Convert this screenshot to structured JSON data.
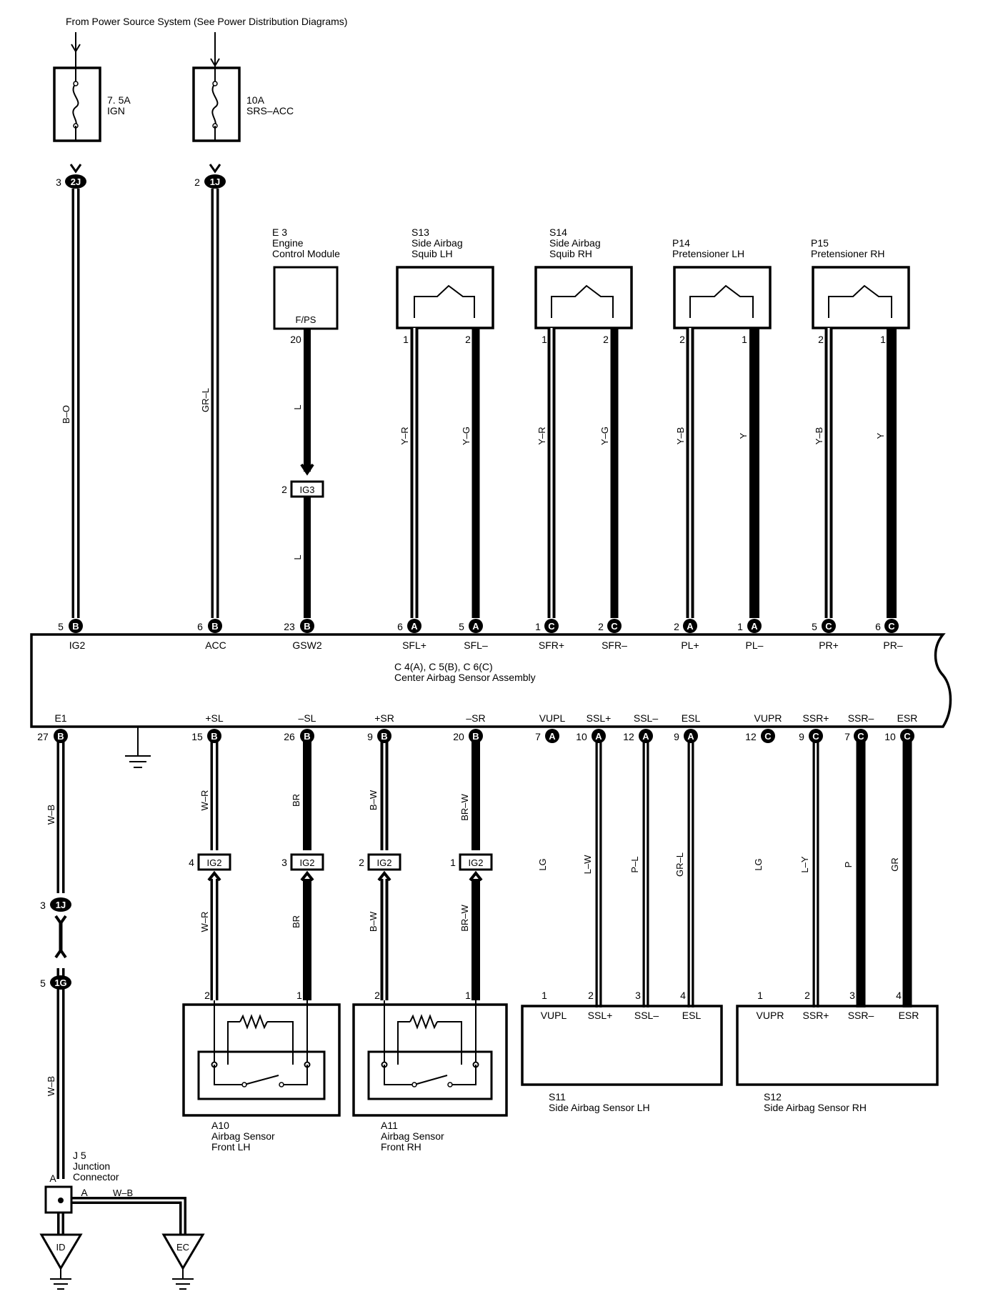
{
  "source_note": "From Power Source System (See Power Distribution Diagrams)",
  "fuses": {
    "ign": {
      "rating": "7. 5A",
      "name": "IGN"
    },
    "acc": {
      "rating": "10A",
      "name": "SRS–ACC"
    }
  },
  "power_connectors": {
    "ign": {
      "pin": "3",
      "code": "2J"
    },
    "acc": {
      "pin": "2",
      "code": "1J"
    }
  },
  "power_wires": {
    "ign": "B–O",
    "acc": "GR–L"
  },
  "ecm": {
    "id": "E 3",
    "name1": "Engine",
    "name2": "Control Module",
    "terminal": "F/PS",
    "pin": "20",
    "wire_top": "L",
    "wire_bottom": "L",
    "splice_pin": "2",
    "splice": "IG3"
  },
  "squibs": [
    {
      "id": "S13",
      "name1": "Side Airbag",
      "name2": "Squib LH",
      "pin_l": "1",
      "pin_r": "2",
      "wire_l": "Y–R",
      "wire_r": "Y–G"
    },
    {
      "id": "S14",
      "name1": "Side Airbag",
      "name2": "Squib RH",
      "pin_l": "1",
      "pin_r": "2",
      "wire_l": "Y–R",
      "wire_r": "Y–G"
    },
    {
      "id": "P14",
      "name1": "Pretensioner LH",
      "name2": "",
      "pin_l": "2",
      "pin_r": "1",
      "wire_l": "Y–B",
      "wire_r": "Y"
    },
    {
      "id": "P15",
      "name1": "Pretensioner RH",
      "name2": "",
      "pin_l": "2",
      "pin_r": "1",
      "wire_l": "Y–B",
      "wire_r": "Y"
    }
  ],
  "assembly": {
    "connectors": "C 4(A), C 5(B), C 6(C)",
    "name": "Center Airbag Sensor Assembly",
    "top_terminals": [
      {
        "pin": "5",
        "conn": "B",
        "label": "IG2"
      },
      {
        "pin": "6",
        "conn": "B",
        "label": "ACC"
      },
      {
        "pin": "23",
        "conn": "B",
        "label": "GSW2"
      },
      {
        "pin": "6",
        "conn": "A",
        "label": "SFL+"
      },
      {
        "pin": "5",
        "conn": "A",
        "label": "SFL–"
      },
      {
        "pin": "1",
        "conn": "C",
        "label": "SFR+"
      },
      {
        "pin": "2",
        "conn": "C",
        "label": "SFR–"
      },
      {
        "pin": "2",
        "conn": "A",
        "label": "PL+"
      },
      {
        "pin": "1",
        "conn": "A",
        "label": "PL–"
      },
      {
        "pin": "5",
        "conn": "C",
        "label": "PR+"
      },
      {
        "pin": "6",
        "conn": "C",
        "label": "PR–"
      }
    ],
    "bottom_terminals": [
      {
        "pin": "27",
        "conn": "B",
        "label": "E1"
      },
      {
        "pin": "15",
        "conn": "B",
        "label": "+SL"
      },
      {
        "pin": "26",
        "conn": "B",
        "label": "–SL"
      },
      {
        "pin": "9",
        "conn": "B",
        "label": "+SR"
      },
      {
        "pin": "20",
        "conn": "B",
        "label": "–SR"
      },
      {
        "pin": "7",
        "conn": "A",
        "label": "VUPL"
      },
      {
        "pin": "10",
        "conn": "A",
        "label": "SSL+"
      },
      {
        "pin": "12",
        "conn": "A",
        "label": "SSL–"
      },
      {
        "pin": "9",
        "conn": "A",
        "label": "ESL"
      },
      {
        "pin": "12",
        "conn": "C",
        "label": "VUPR"
      },
      {
        "pin": "9",
        "conn": "C",
        "label": "SSR+"
      },
      {
        "pin": "7",
        "conn": "C",
        "label": "SSR–"
      },
      {
        "pin": "10",
        "conn": "C",
        "label": "ESR"
      }
    ]
  },
  "front_wires": [
    {
      "upper": "W–R",
      "lower": "W–R",
      "splice_pin": "4",
      "splice": "IG2",
      "sensor_pin": "2"
    },
    {
      "upper": "BR",
      "lower": "BR",
      "splice_pin": "3",
      "splice": "IG2",
      "sensor_pin": "1"
    },
    {
      "upper": "B–W",
      "lower": "B–W",
      "splice_pin": "2",
      "splice": "IG2",
      "sensor_pin": "2"
    },
    {
      "upper": "BR–W",
      "lower": "BR–W",
      "splice_pin": "1",
      "splice": "IG2",
      "sensor_pin": "1"
    }
  ],
  "front_sensors": [
    {
      "id": "A10",
      "name1": "Airbag Sensor",
      "name2": "Front LH"
    },
    {
      "id": "A11",
      "name1": "Airbag Sensor",
      "name2": "Front RH"
    }
  ],
  "side_sensors": [
    {
      "id": "S11",
      "name": "Side Airbag Sensor LH",
      "pins": [
        "1",
        "2",
        "3",
        "4"
      ],
      "terminals": [
        "VUPL",
        "SSL+",
        "SSL–",
        "ESL"
      ],
      "wires": [
        "LG",
        "L–W",
        "P–L",
        "GR–L"
      ]
    },
    {
      "id": "S12",
      "name": "Side Airbag Sensor RH",
      "pins": [
        "1",
        "2",
        "3",
        "4"
      ],
      "terminals": [
        "VUPR",
        "SSR+",
        "SSR–",
        "ESR"
      ],
      "wires": [
        "LG",
        "L–Y",
        "P",
        "GR"
      ]
    }
  ],
  "ground_path": {
    "wire_upper": "W–B",
    "c1_pin": "3",
    "c1": "1J",
    "c2_pin": "5",
    "c2": "1G",
    "wire_lower": "W–B",
    "junction_id": "J 5",
    "junction_name1": "Junction",
    "junction_name2": "Connector",
    "pin_a_left": "A",
    "pin_a_right": "A",
    "branch_wire": "W–B",
    "ground1": "ID",
    "ground2": "EC"
  }
}
